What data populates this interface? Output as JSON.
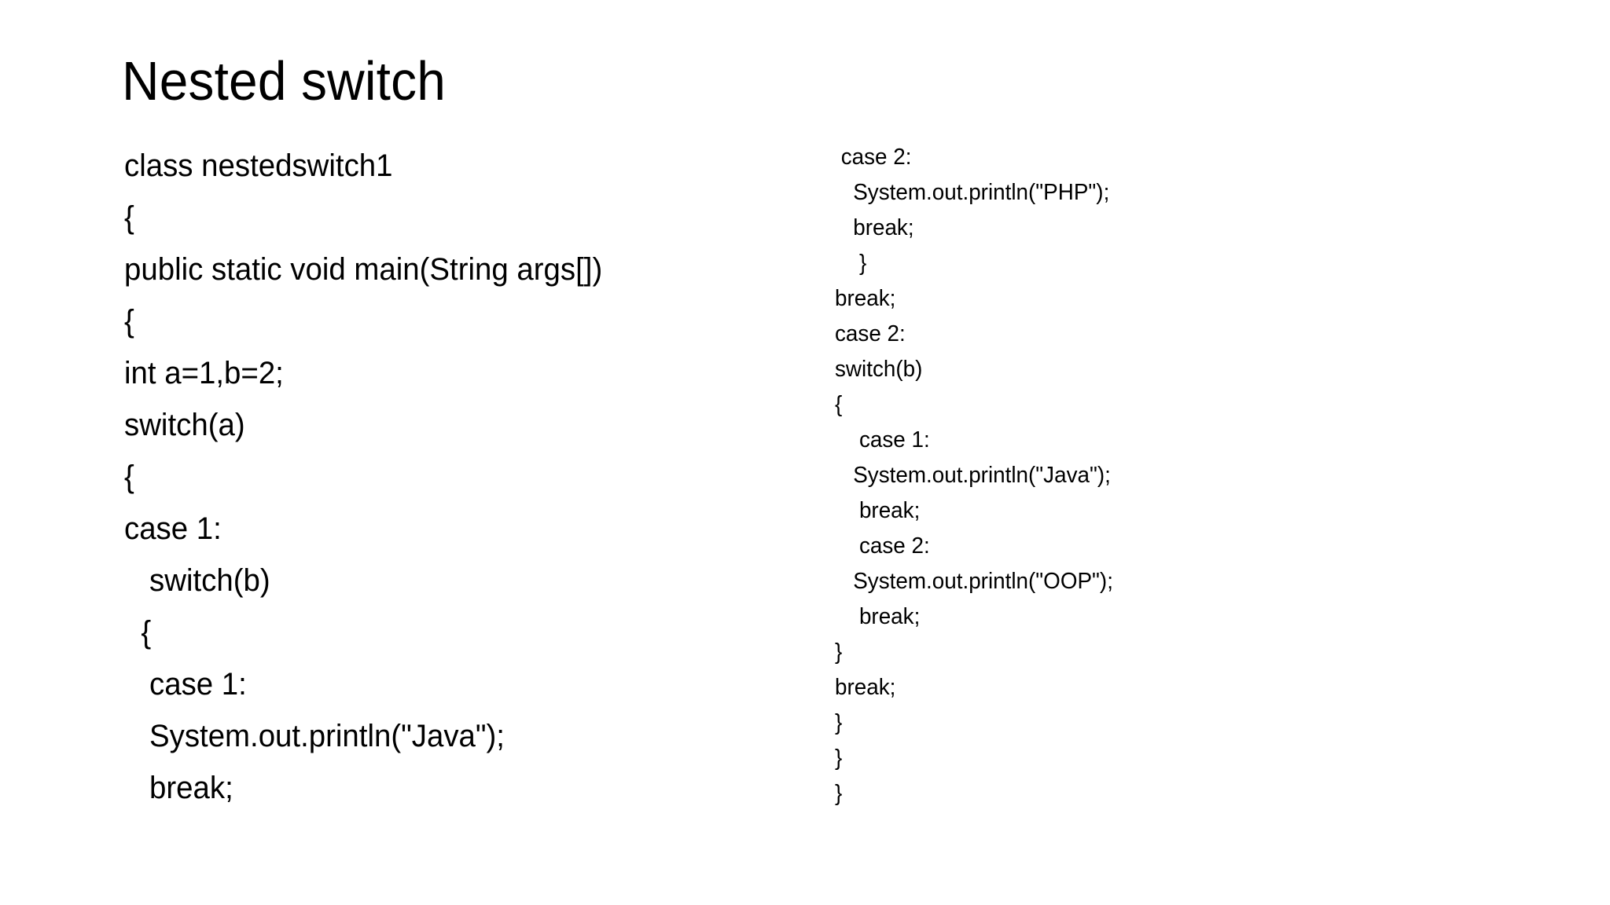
{
  "slide": {
    "title": "Nested switch",
    "background_color": "#ffffff",
    "text_color": "#000000",
    "left_column": {
      "lines": [
        "class nestedswitch1",
        "{",
        "public static void main(String args[])",
        "{",
        "int a=1,b=2;",
        "switch(a)",
        "{",
        "case 1:",
        "   switch(b)",
        "  {",
        "   case 1:",
        "   System.out.println(\"Java\");",
        "   break;"
      ]
    },
    "right_column": {
      "lines": [
        " case 2:",
        "   System.out.println(\"PHP\");",
        "   break;",
        "    }",
        "break;",
        "case 2:",
        "switch(b)",
        "{",
        "    case 1:",
        "   System.out.println(\"Java\");",
        "    break;",
        "    case 2:",
        "   System.out.println(\"OOP\");",
        "    break;",
        "}",
        "break;",
        "}",
        "}",
        "}"
      ]
    }
  }
}
